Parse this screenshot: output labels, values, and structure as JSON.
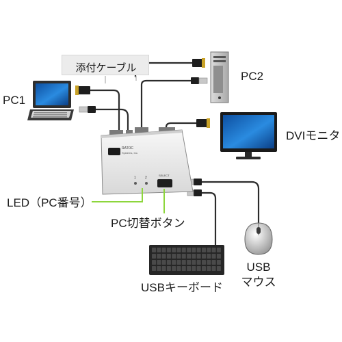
{
  "labels": {
    "included_cable": "添付ケーブル",
    "pc2": "PC2",
    "pc1": "PC1",
    "dvi_monitor": "DVIモニタ",
    "led": "LED（PC番号）",
    "pc_switch": "PC切替ボタン",
    "usb_mouse_line1": "USB",
    "usb_mouse_line2": "マウス",
    "usb_keyboard": "USBキーボード"
  },
  "device": {
    "brand_logo": "RATOC",
    "brand_sub": "Systems, Inc.",
    "led_1": "1",
    "led_2": "2",
    "select_label": "SELECT"
  },
  "colors": {
    "callout_line": "#8dd63c",
    "cable": "#2b2b2b",
    "device_body": "#e9e9e9",
    "screen_blue": "#1a73c9"
  }
}
